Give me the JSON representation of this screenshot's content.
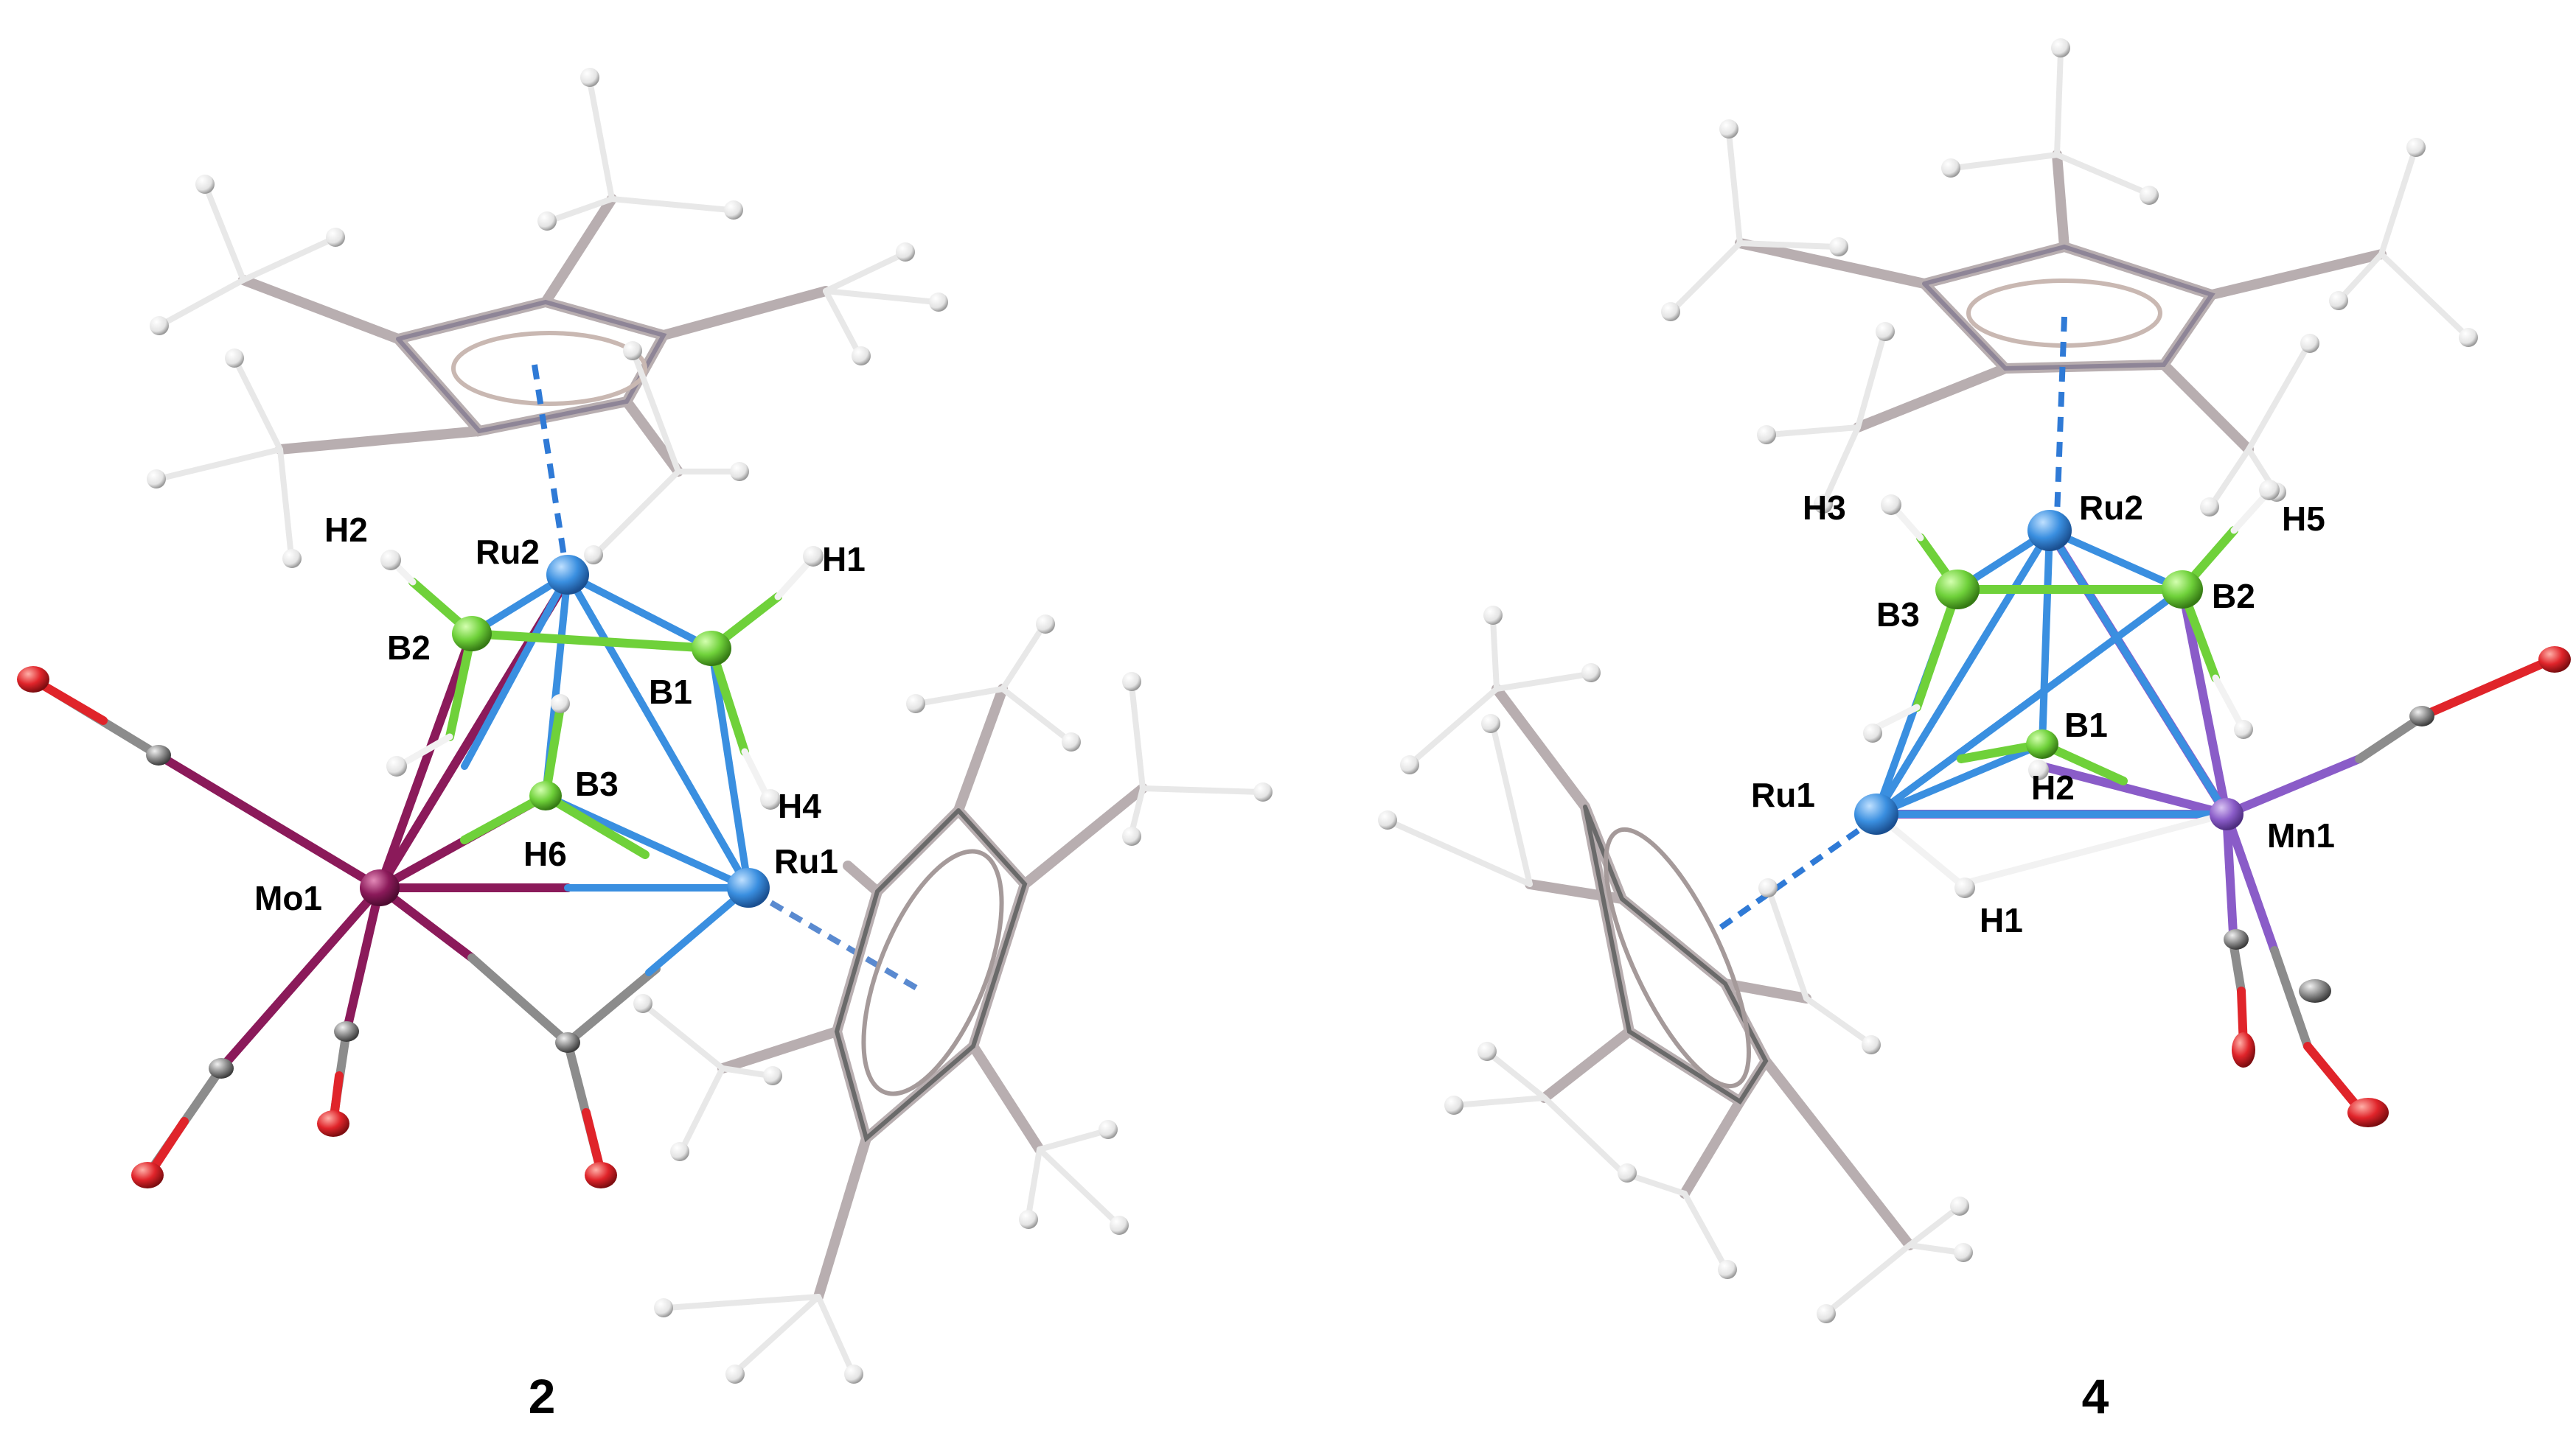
{
  "figure": {
    "colors": {
      "ru": "#3a8fe0",
      "mo": "#8b1a5a",
      "mn": "#8a5cc8",
      "boron": "#6fd13a",
      "oxygen": "#e0242a",
      "carbon": "#8c8c8c",
      "hydrogen": "#e8e8e8",
      "ring_bond": "#b8aeb0",
      "h_bond": "#f2f2f2"
    },
    "molecules": [
      {
        "compound_label": "2",
        "atom_labels": {
          "ru2": "Ru2",
          "h2": "H2",
          "h1": "H1",
          "b2": "B2",
          "b1": "B1",
          "b3": "B3",
          "h4": "H4",
          "h6": "H6",
          "mo1": "Mo1",
          "ru1": "Ru1"
        }
      },
      {
        "compound_label": "4",
        "atom_labels": {
          "h3": "H3",
          "ru2": "Ru2",
          "h5": "H5",
          "b3": "B3",
          "b2": "B2",
          "b1": "B1",
          "ru1": "Ru1",
          "h2": "H2",
          "mn1": "Mn1",
          "h1": "H1"
        }
      }
    ]
  }
}
